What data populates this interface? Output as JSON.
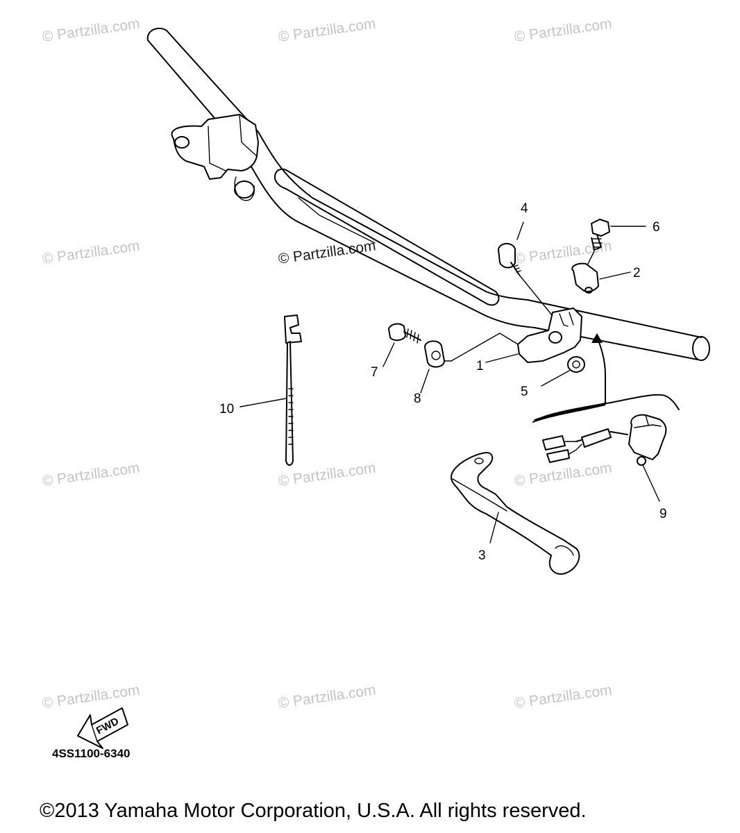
{
  "diagram": {
    "code": "4SS1100-6340",
    "copyright": "©2013 Yamaha Motor Corporation, U.S.A. All rights reserved.",
    "fwd_label": "FWD",
    "watermark": "© Partzilla.com",
    "callouts": [
      "1",
      "2",
      "3",
      "4",
      "5",
      "6",
      "7",
      "8",
      "9",
      "10"
    ]
  }
}
